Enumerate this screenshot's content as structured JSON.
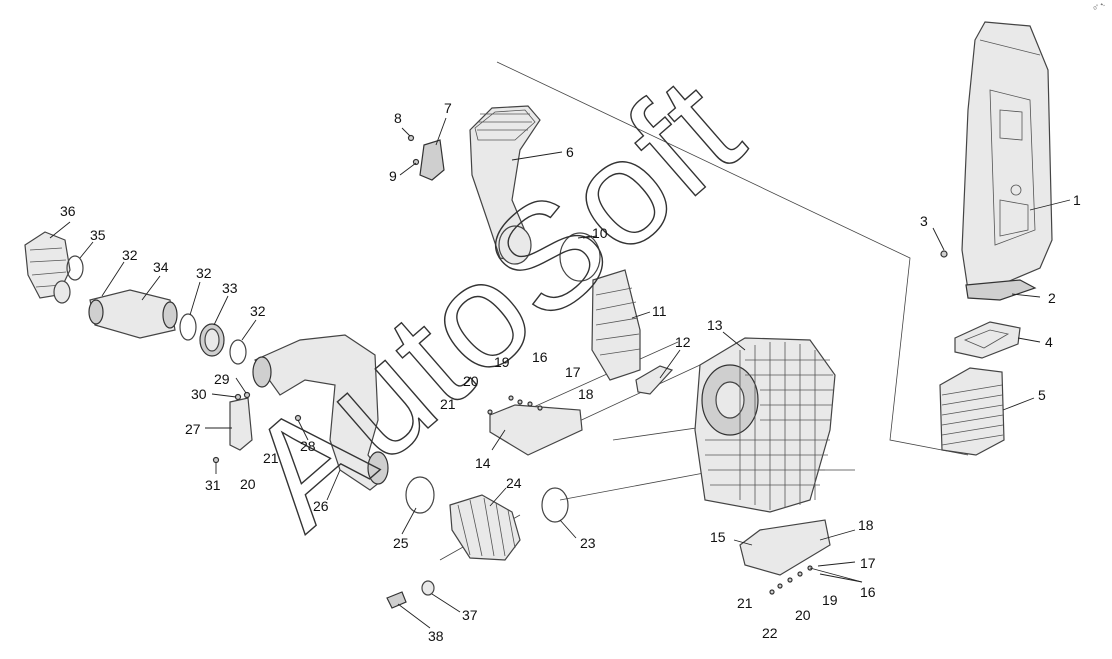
{
  "watermark": "AutoSoft",
  "corner_mark": "o° ➷",
  "callouts": [
    {
      "id": "c1",
      "text": "1"
    },
    {
      "id": "c2",
      "text": "2"
    },
    {
      "id": "c3",
      "text": "3"
    },
    {
      "id": "c4",
      "text": "4"
    },
    {
      "id": "c5",
      "text": "5"
    },
    {
      "id": "c6",
      "text": "6"
    },
    {
      "id": "c7",
      "text": "7"
    },
    {
      "id": "c8",
      "text": "8"
    },
    {
      "id": "c9",
      "text": "9"
    },
    {
      "id": "c10",
      "text": "10"
    },
    {
      "id": "c11",
      "text": "11"
    },
    {
      "id": "c12",
      "text": "12"
    },
    {
      "id": "c13",
      "text": "13"
    },
    {
      "id": "c14",
      "text": "14"
    },
    {
      "id": "c15",
      "text": "15"
    },
    {
      "id": "c16a",
      "text": "16"
    },
    {
      "id": "c16b",
      "text": "16"
    },
    {
      "id": "c17a",
      "text": "17"
    },
    {
      "id": "c17b",
      "text": "17"
    },
    {
      "id": "c18a",
      "text": "18"
    },
    {
      "id": "c18b",
      "text": "18"
    },
    {
      "id": "c19a",
      "text": "19"
    },
    {
      "id": "c19b",
      "text": "19"
    },
    {
      "id": "c20a",
      "text": "20"
    },
    {
      "id": "c20b",
      "text": "20"
    },
    {
      "id": "c20c",
      "text": "20"
    },
    {
      "id": "c21a",
      "text": "21"
    },
    {
      "id": "c21b",
      "text": "21"
    },
    {
      "id": "c21c",
      "text": "21"
    },
    {
      "id": "c22",
      "text": "22"
    },
    {
      "id": "c23",
      "text": "23"
    },
    {
      "id": "c24",
      "text": "24"
    },
    {
      "id": "c25",
      "text": "25"
    },
    {
      "id": "c26",
      "text": "26"
    },
    {
      "id": "c27",
      "text": "27"
    },
    {
      "id": "c28",
      "text": "28"
    },
    {
      "id": "c29",
      "text": "29"
    },
    {
      "id": "c30",
      "text": "30"
    },
    {
      "id": "c31",
      "text": "31"
    },
    {
      "id": "c32a",
      "text": "32"
    },
    {
      "id": "c32b",
      "text": "32"
    },
    {
      "id": "c32c",
      "text": "32"
    },
    {
      "id": "c33",
      "text": "33"
    },
    {
      "id": "c34",
      "text": "34"
    },
    {
      "id": "c35",
      "text": "35"
    },
    {
      "id": "c36",
      "text": "36"
    },
    {
      "id": "c37",
      "text": "37"
    },
    {
      "id": "c38",
      "text": "38"
    }
  ]
}
